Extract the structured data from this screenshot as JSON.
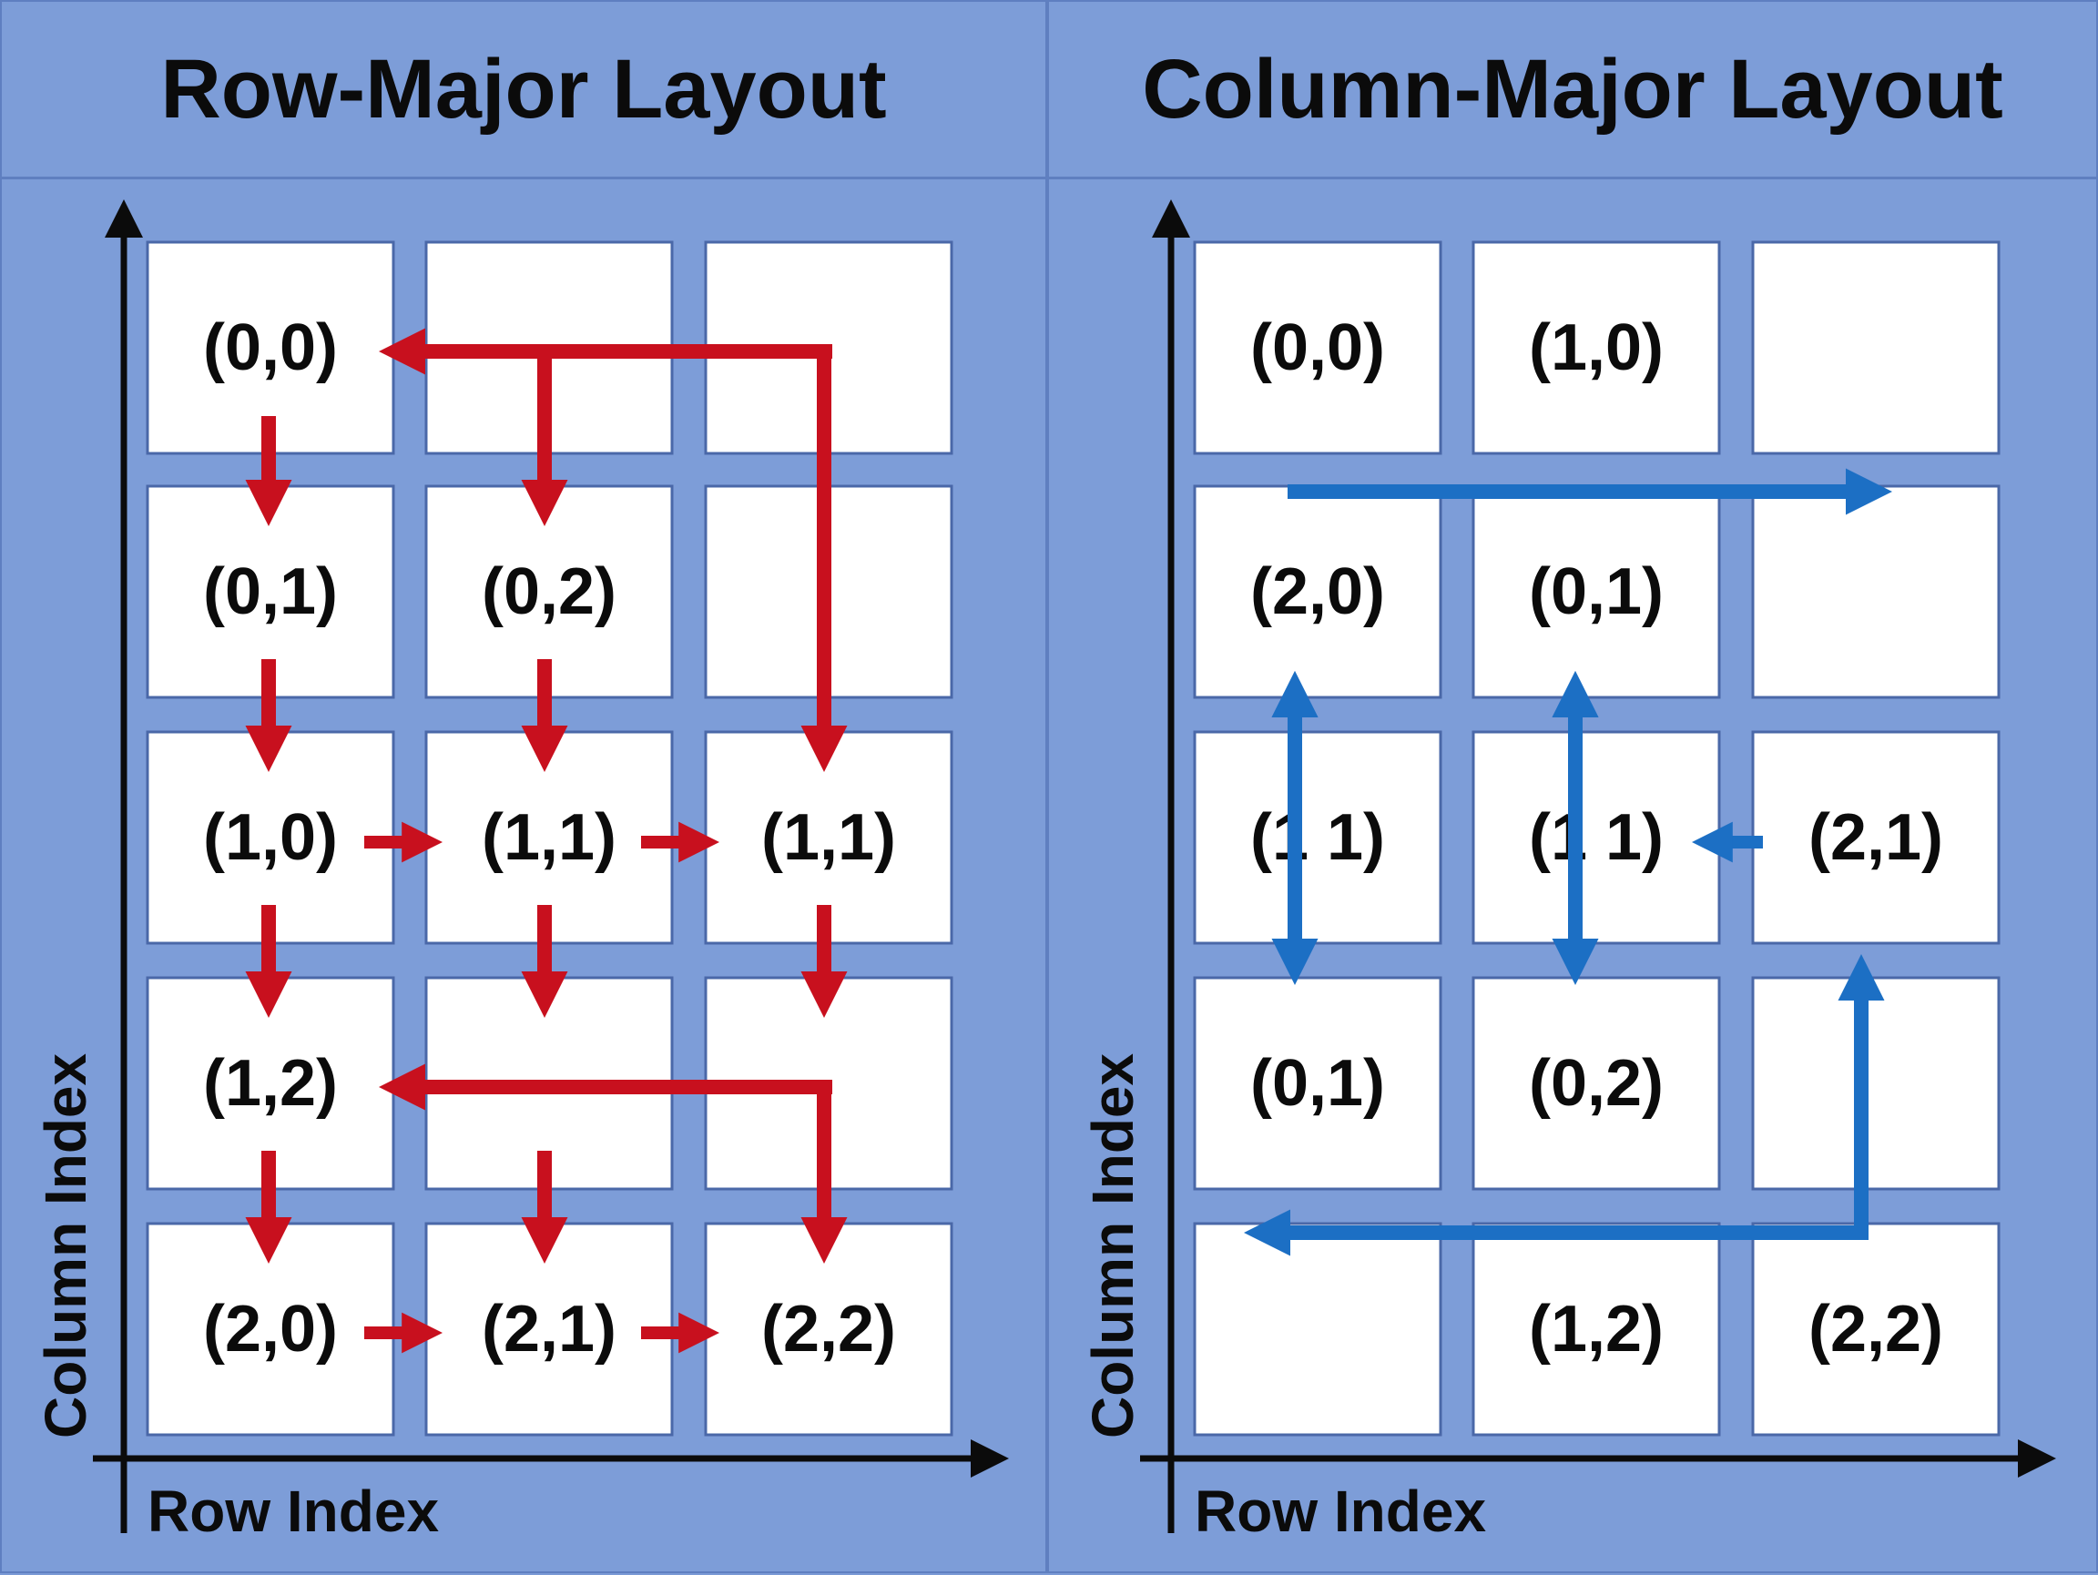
{
  "panels": [
    {
      "title": "Row-Major Layout",
      "x_axis_label": "Row Index",
      "y_axis_label": "Column Index",
      "arrow_color": "#c8101e",
      "cells": [
        [
          "(0,0)",
          "",
          ""
        ],
        [
          "(0,1)",
          "(0,2)",
          ""
        ],
        [
          "(1,0)",
          "(1,1)",
          "(1,1)"
        ],
        [
          "(1,2)",
          "",
          ""
        ],
        [
          "(2,0)",
          "(2,1)",
          "(2,2)"
        ]
      ]
    },
    {
      "title": "Column-Major Layout",
      "x_axis_label": "Row Index",
      "y_axis_label": "Column Index",
      "arrow_color": "#1c6fc4",
      "cells": [
        [
          "(0,0)",
          "(1,0)",
          ""
        ],
        [
          "(2,0)",
          "(0,1)",
          ""
        ],
        [
          "(1 1)",
          "(1 1)",
          "(2,1)"
        ],
        [
          "(0,1)",
          "(0,2)",
          ""
        ],
        [
          "",
          "(1,2)",
          "(2,2)"
        ]
      ]
    }
  ]
}
